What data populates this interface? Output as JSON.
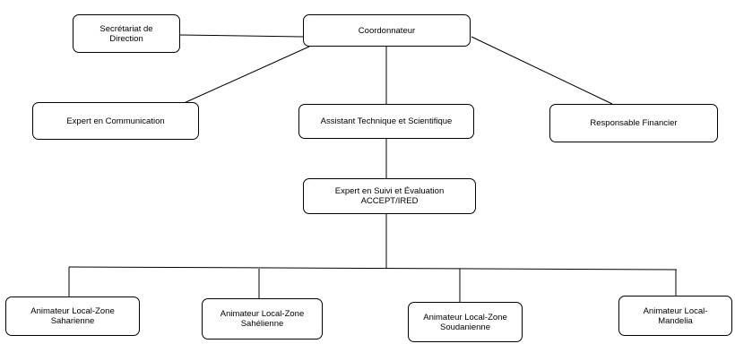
{
  "org_chart": {
    "coordinator": "Coordonnateur",
    "secretariat": {
      "line1": "Secrétariat de",
      "line2": "Direction"
    },
    "communication": "Expert en Communication",
    "assistant": "Assistant Technique et Scientifique",
    "finance": "Responsable Financier",
    "evaluation": {
      "line1": "Expert en Suivi et Évaluation",
      "line2": "ACCEPT/IRED"
    },
    "animators": [
      {
        "line1": "Animateur Local-Zone",
        "line2": "Saharienne"
      },
      {
        "line1": "Animateur Local-Zone",
        "line2": "Sahélienne"
      },
      {
        "line1": "Animateur Local-Zone",
        "line2": "Soudanienne"
      },
      {
        "line1": "Animateur Local-",
        "line2": "Mandelia"
      }
    ]
  }
}
